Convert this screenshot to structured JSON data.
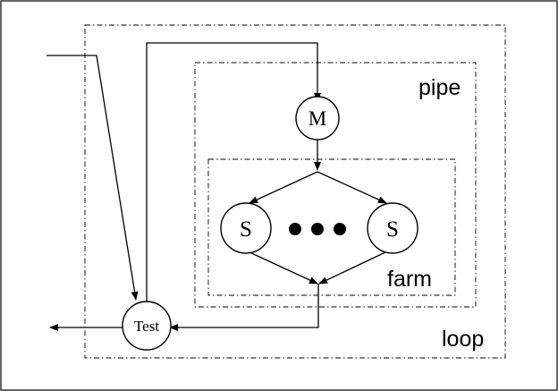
{
  "boxes": {
    "loop": "loop",
    "pipe": "pipe",
    "farm": "farm"
  },
  "nodes": {
    "master": "M",
    "worker_left": "S",
    "worker_right": "S",
    "test": "Test"
  }
}
